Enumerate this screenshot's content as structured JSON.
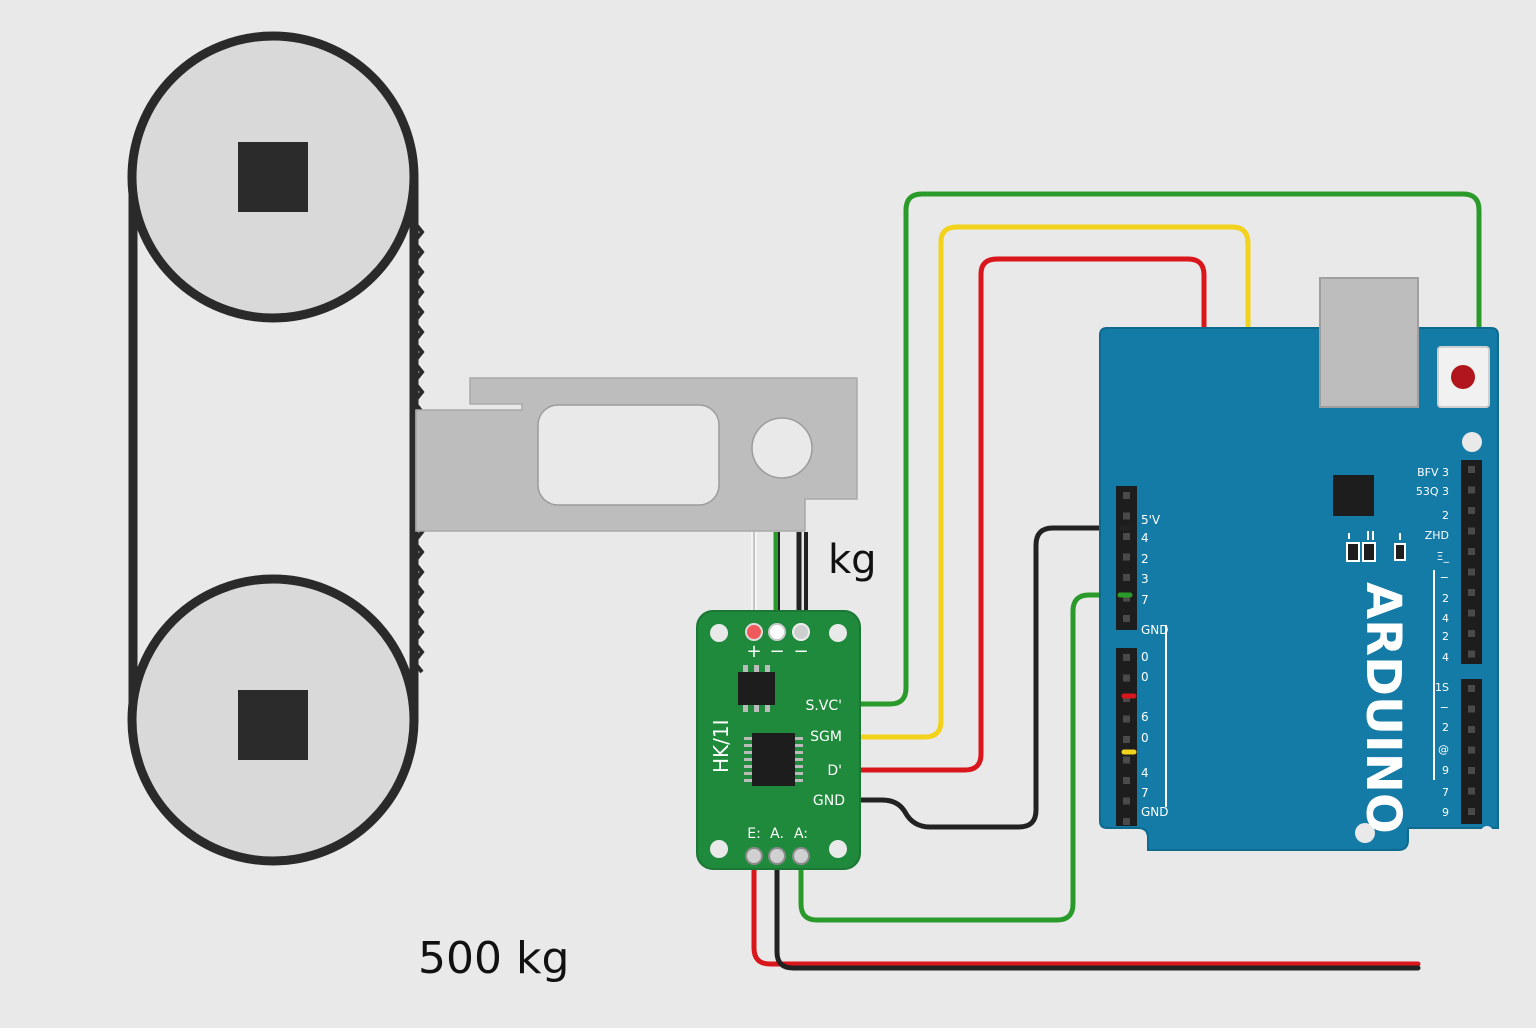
{
  "labels": {
    "kg_unit": "kg",
    "capacity": "500 kg"
  },
  "hx711": {
    "module_name": "HK/1I",
    "load_cell_pins": [
      "+",
      "−",
      "−"
    ],
    "right_pins": [
      "S.VC'",
      "SGM",
      "D'",
      "GND"
    ],
    "bottom_pins": [
      "E:",
      "A.",
      "A:"
    ]
  },
  "arduino": {
    "logo": "ARDUINO",
    "left_header_top": [
      "5'V",
      "4",
      "2",
      "3",
      "7",
      "GND"
    ],
    "left_header_bottom": [
      "0",
      "0",
      "6",
      "0",
      "4",
      "7",
      "GND"
    ],
    "right_top_labels": [
      "BFV 3",
      "53Q 3",
      "2",
      "ZHD",
      "Ξ_"
    ],
    "right_mid_labels": [
      "−",
      "2",
      "4",
      "2",
      "+",
      "4"
    ],
    "right_low_labels": [
      "1S",
      "−",
      "2",
      "@",
      "9",
      "7",
      "9"
    ]
  },
  "colors": {
    "background": "#e9e9e9",
    "board_blue": "#137ba6",
    "module_green": "#208a3c",
    "wire_green": "#2a9a2a",
    "wire_yellow": "#f2d21b",
    "wire_red": "#d9161c",
    "wire_black": "#222222",
    "load_cell_gray": "#bdbdbd"
  }
}
